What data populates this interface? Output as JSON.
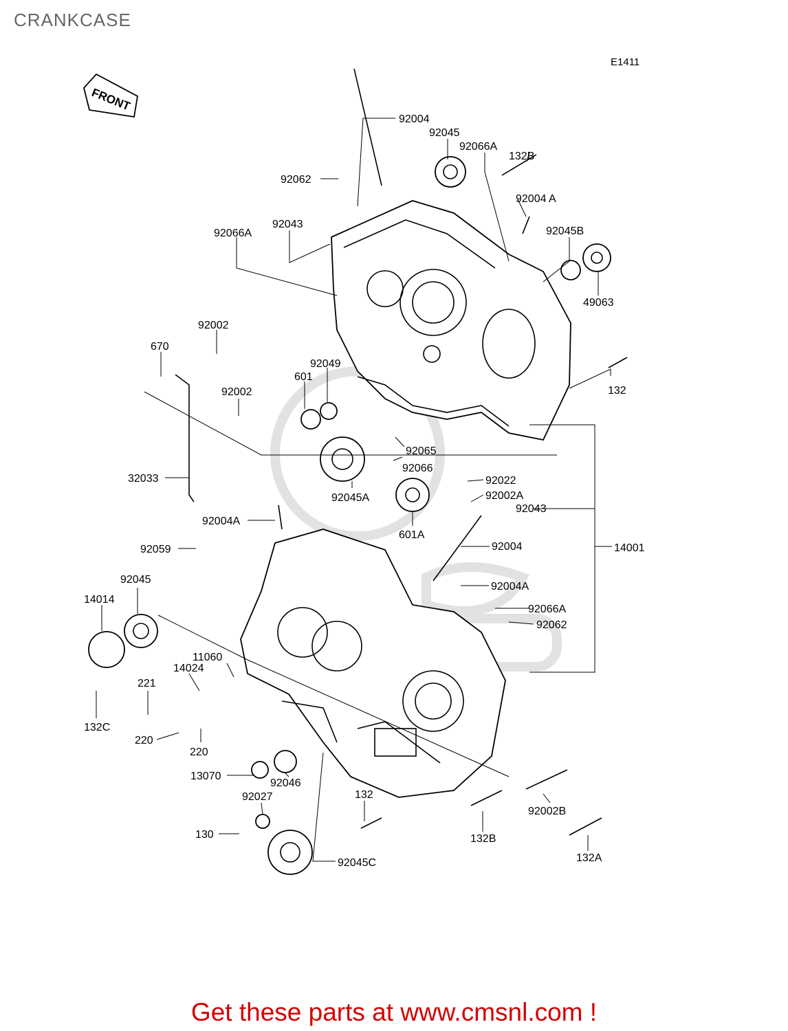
{
  "page": {
    "title": "CRANKCASE",
    "drawing_code": "E1411",
    "front_marker": "FRONT",
    "footer": "Get these parts at www.cmsnl.com !",
    "footer_color": "#d40000",
    "title_color": "#666666"
  },
  "callouts": [
    "92004",
    "92045",
    "92066A",
    "132B",
    "92062",
    "92004 A",
    "92043",
    "92066A",
    "92045B",
    "49063",
    "92002",
    "670",
    "92049",
    "601",
    "132",
    "92002",
    "92065",
    "92066",
    "32033",
    "92045A",
    "92022",
    "92002A",
    "92043",
    "601A",
    "92004A",
    "92004",
    "92059",
    "14001",
    "92045",
    "92004A",
    "14014",
    "92066A",
    "92062",
    "11060",
    "14024",
    "221",
    "132C",
    "220",
    "220",
    "13070",
    "92046",
    "92027",
    "132",
    "92002B",
    "130",
    "132B",
    "132A",
    "92045C"
  ]
}
